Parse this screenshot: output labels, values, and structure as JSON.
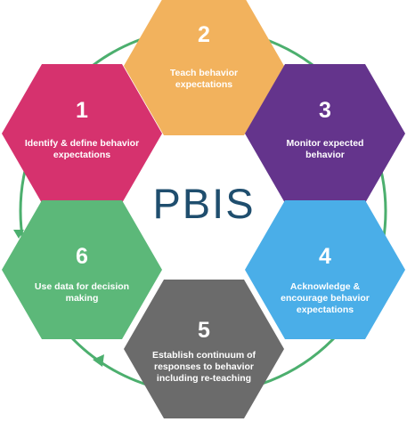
{
  "title": "PBIS",
  "colors": {
    "ring": "#4caf6e",
    "title": "#1f4e6e",
    "center_fill": "#ffffff"
  },
  "steps": [
    {
      "number": "1",
      "lines": [
        "Identify & define behavior",
        "expectations"
      ],
      "color": "#d6326e"
    },
    {
      "number": "2",
      "lines": [
        "Teach behavior",
        "expectations"
      ],
      "color": "#f2b25d"
    },
    {
      "number": "3",
      "lines": [
        "Monitor expected",
        "behavior"
      ],
      "color": "#64348c"
    },
    {
      "number": "4",
      "lines": [
        "Acknowledge &",
        "encourage behavior",
        "expectations"
      ],
      "color": "#4aaee8"
    },
    {
      "number": "5",
      "lines": [
        "Establish continuum of",
        "responses to behavior",
        "including re-teaching"
      ],
      "color": "#6b6b6b"
    },
    {
      "number": "6",
      "lines": [
        "Use data for decision",
        "making"
      ],
      "color": "#5cb879"
    }
  ]
}
